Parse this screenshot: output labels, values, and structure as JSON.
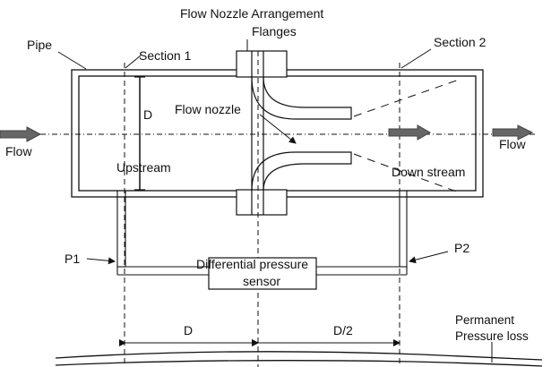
{
  "title": "Flow Nozzle Arrangement",
  "labels": {
    "flanges": "Flanges",
    "pipe": "Pipe",
    "section1": "Section 1",
    "section2": "Section 2",
    "diameter": "D",
    "flow_nozzle": "Flow nozzle",
    "upstream": "Upstream",
    "downstream": "Down stream",
    "flow_in": "Flow",
    "flow_out": "Flow",
    "p1": "P1",
    "p2": "P2",
    "sensor_line1": "Differential pressure",
    "sensor_line2": "sensor",
    "dim_d": "D",
    "dim_d_half": "D/2",
    "loss_line1": "Permanent",
    "loss_line2": "Pressure loss"
  },
  "colors": {
    "line": "#111111",
    "arrow_fill": "#666666",
    "background": "#ffffff"
  }
}
